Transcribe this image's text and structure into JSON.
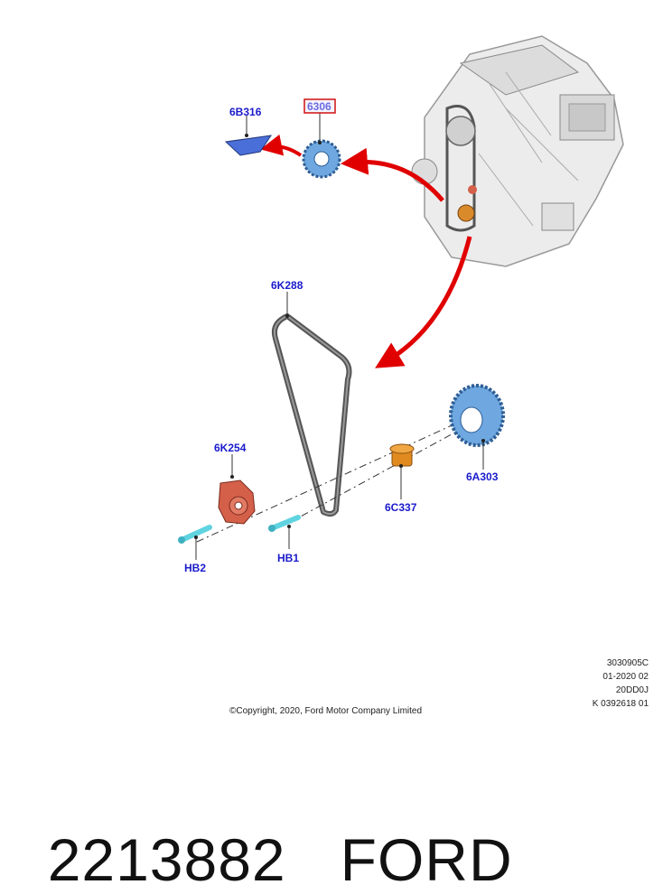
{
  "parts": {
    "label_6B316": "6B316",
    "label_6306": "6306",
    "label_6K288": "6K288",
    "label_6K254": "6K254",
    "label_6A303": "6A303",
    "label_6C337": "6C337",
    "label_HB2": "HB2",
    "label_HB1": "HB1"
  },
  "meta": {
    "line1": "3030905C",
    "line2": "01-2020 02",
    "line3": "20DD0J",
    "line4": "K 0392618 01"
  },
  "copyright": "©Copyright, 2020, Ford Motor Company Limited",
  "footer": {
    "part_number": "2213882",
    "brand": "FORD"
  },
  "colors": {
    "arrow": "#e00000",
    "label": "#1a1acc",
    "gear_blue": "#6fa8e0",
    "tensioner": "#d4604a",
    "bolt": "#5fd3e0",
    "idler": "#e08a20",
    "belt": "#555555"
  }
}
